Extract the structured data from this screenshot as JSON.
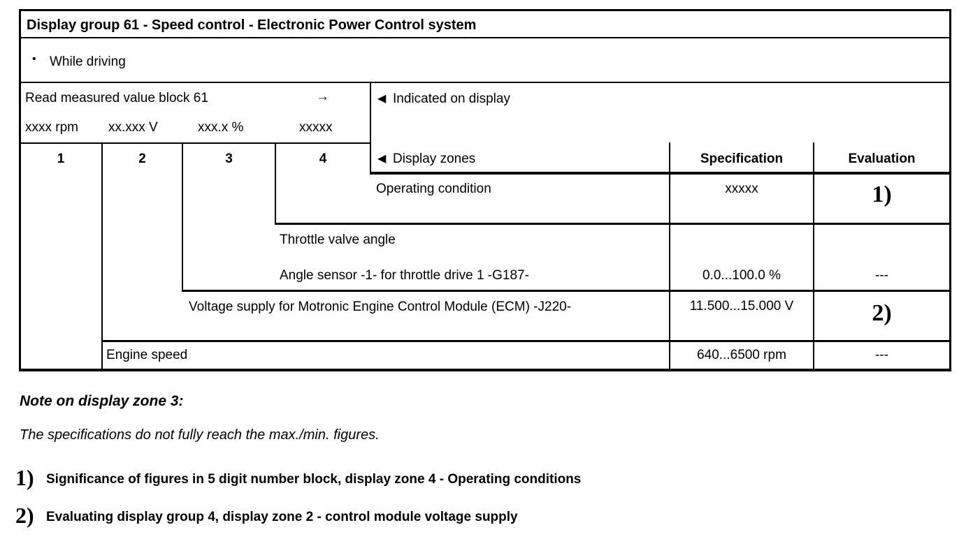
{
  "table": {
    "title": "Display group 61 - Speed control - Electronic Power Control system",
    "condition": {
      "bullet": "•",
      "label": "While driving"
    },
    "read_row": {
      "label": "Read measured value block 61",
      "arrow": "→",
      "indicated_marker": "◀",
      "indicated_label": "Indicated on display",
      "display_format": [
        "xxxx rpm",
        "xx.xxx V",
        "xxx.x %",
        "xxxxx"
      ]
    },
    "zones_header": {
      "numbers": [
        "1",
        "2",
        "3",
        "4"
      ],
      "zones_marker": "◀",
      "zones_label": "Display zones",
      "specification_label": "Specification",
      "evaluation_label": "Evaluation"
    },
    "rows": [
      {
        "label": "Operating condition",
        "spec": "xxxxx",
        "eval": "1)"
      },
      {
        "label": "Throttle valve angle",
        "label2": "Angle sensor -1- for throttle drive 1 -G187-",
        "spec": "0.0...100.0 %",
        "eval": "---"
      },
      {
        "label": "Voltage supply for Motronic Engine Control Module (ECM) -J220-",
        "spec": "11.500...15.000 V",
        "eval": "2)"
      },
      {
        "label": "Engine speed",
        "spec": "640...6500 rpm",
        "eval": "---"
      }
    ]
  },
  "notes": {
    "heading": "Note on display zone 3:",
    "body": "The specifications do not fully reach the max./min. figures."
  },
  "footnotes": [
    {
      "marker": "1)",
      "text": "Significance of figures in 5 digit number block, display zone 4 - Operating conditions"
    },
    {
      "marker": "2)",
      "text": "Evaluating display group 4, display zone 2 - control module voltage supply"
    }
  ],
  "colors": {
    "ink": "#000000",
    "paper": "#ffffff"
  }
}
